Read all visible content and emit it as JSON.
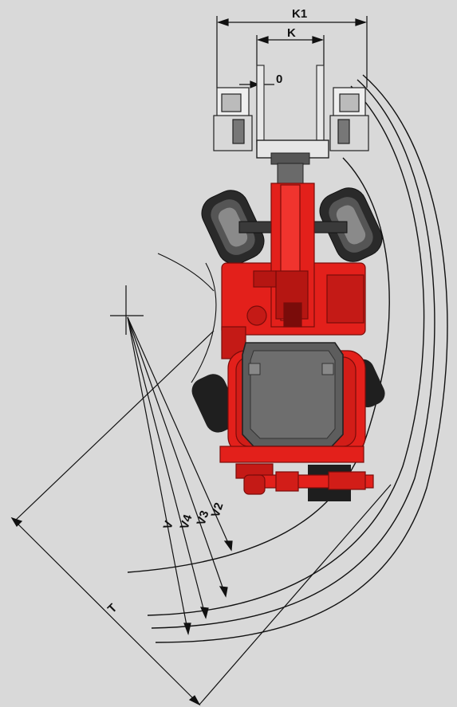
{
  "dimensions": {
    "k1": "K1",
    "k": "K",
    "o": "0",
    "v": "V",
    "v2": "V2",
    "v3": "V3",
    "v4": "V4",
    "t": "T"
  },
  "colors": {
    "background": "#d9d9d9",
    "machine_red": "#e3201b",
    "machine_dark_red": "#a80f0c",
    "cab_grey": "#5d5d5d",
    "tyre": "#2a2a2a",
    "line": "#111111"
  }
}
